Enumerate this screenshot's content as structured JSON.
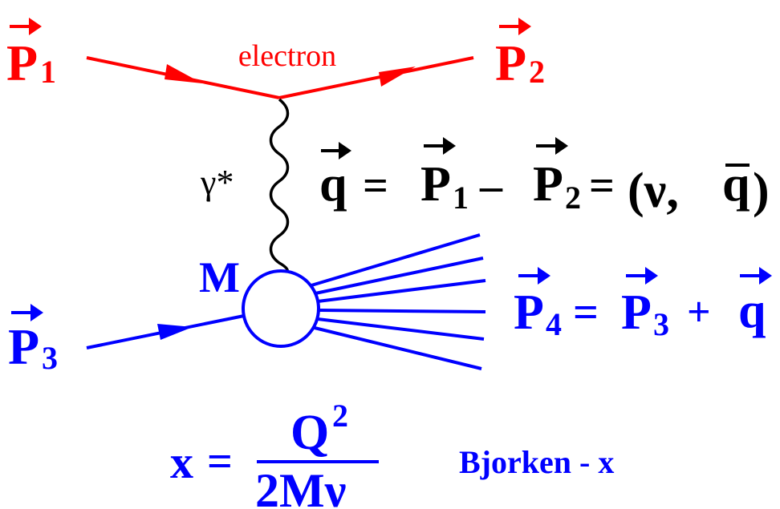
{
  "colors": {
    "electron": "#ff0000",
    "hadron": "#0000ff",
    "photon": "#000000",
    "text": "#000000"
  },
  "electron": {
    "label": "electron",
    "incoming": {
      "symbol": "P",
      "index": "1"
    },
    "outgoing": {
      "symbol": "P",
      "index": "2"
    }
  },
  "photon": {
    "label": "γ*"
  },
  "momentum_transfer": {
    "q": "q",
    "eq1": "=",
    "p1": "P",
    "p1_index": "1",
    "minus": "–",
    "p2": "P",
    "p2_index": "2",
    "eq2": "=",
    "tuple_open": "(ν,",
    "tuple_q": "q",
    "tuple_close": ")"
  },
  "target": {
    "mass_label": "M",
    "incoming": {
      "symbol": "P",
      "index": "3"
    }
  },
  "final_state": {
    "p4": "P",
    "p4_index": "4",
    "eq": "=",
    "p3": "P",
    "p3_index": "3",
    "plus": "+",
    "q": "q"
  },
  "bjorken": {
    "x": "x",
    "eq": "=",
    "numerator": "Q",
    "numerator_exp": "2",
    "denominator": "2Mν",
    "label": "Bjorken - x"
  }
}
